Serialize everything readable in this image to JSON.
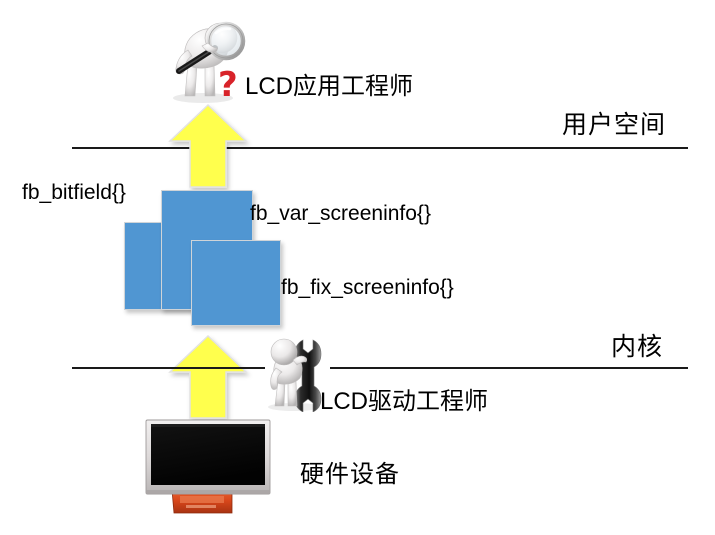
{
  "diagram": {
    "title": "LCD framebuffer layered architecture",
    "zones": [
      {
        "id": "user_space",
        "label": "用户空间"
      },
      {
        "id": "kernel",
        "label": "内核"
      }
    ],
    "actors": [
      {
        "id": "app_engineer",
        "label": "LCD应用工程师",
        "icon": "person-with-magnifier-icon",
        "badge": "?"
      },
      {
        "id": "driver_engineer",
        "label": "LCD驱动工程师",
        "icon": "person-with-wrench-icon"
      }
    ],
    "structs": [
      {
        "id": "fb_bitfield",
        "label": "fb_bitfield{}"
      },
      {
        "id": "fb_var_screeninfo",
        "label": "fb_var_screeninfo{}"
      },
      {
        "id": "fb_fix_screeninfo",
        "label": "fb_fix_screeninfo{}"
      }
    ],
    "hardware": {
      "id": "hardware_device",
      "label": "硬件设备",
      "icon": "lcd-panel-icon"
    },
    "arrows": [
      {
        "id": "kernel-to-user-arrow",
        "direction": "up"
      },
      {
        "id": "hardware-to-kernel-arrow",
        "direction": "up"
      }
    ],
    "colors": {
      "struct_box": "#5096D2",
      "arrow": "#FFFF4D",
      "arrow_border": "#D9D9D9",
      "line": "#1A1A1A",
      "question_mark": "#D8232A",
      "panel_screen": "#0A0A0A",
      "panel_bezel": "#D8D4D4",
      "panel_flex": "#D9471B"
    }
  }
}
